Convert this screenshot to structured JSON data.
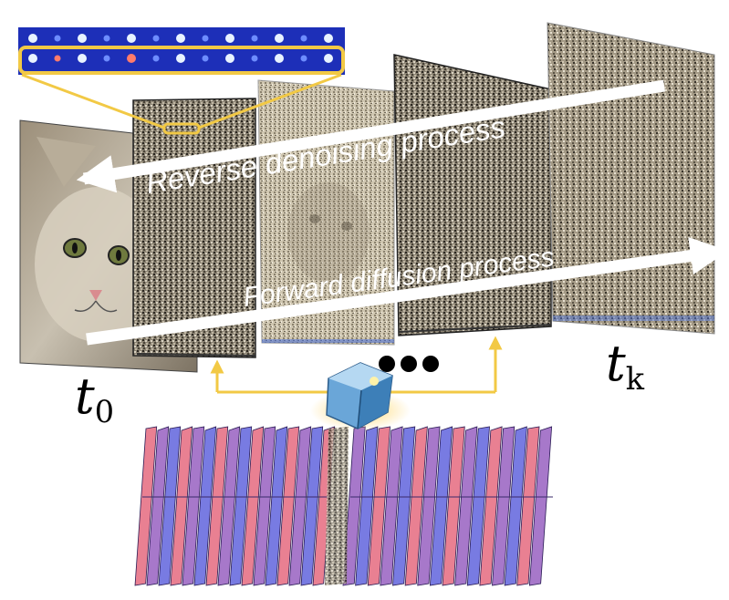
{
  "labels": {
    "reverse": "Reverse denoising process",
    "forward": "Forward diffusion process",
    "t_start_base": "t",
    "t_start_sub": "0",
    "t_end_base": "t",
    "t_end_sub": "k"
  },
  "colors": {
    "highlight": "#f2c945",
    "strip_bg": "#1d2fb8",
    "arrow": "#ffffff",
    "slice_red": "#e2566e",
    "slice_blue": "#4b4fd8",
    "slice_purple": "#8a4bb8"
  },
  "icons": [
    "cat-photo",
    "noise-frame",
    "ellipsis-dots",
    "crystal-cube-icon",
    "light-slab"
  ]
}
